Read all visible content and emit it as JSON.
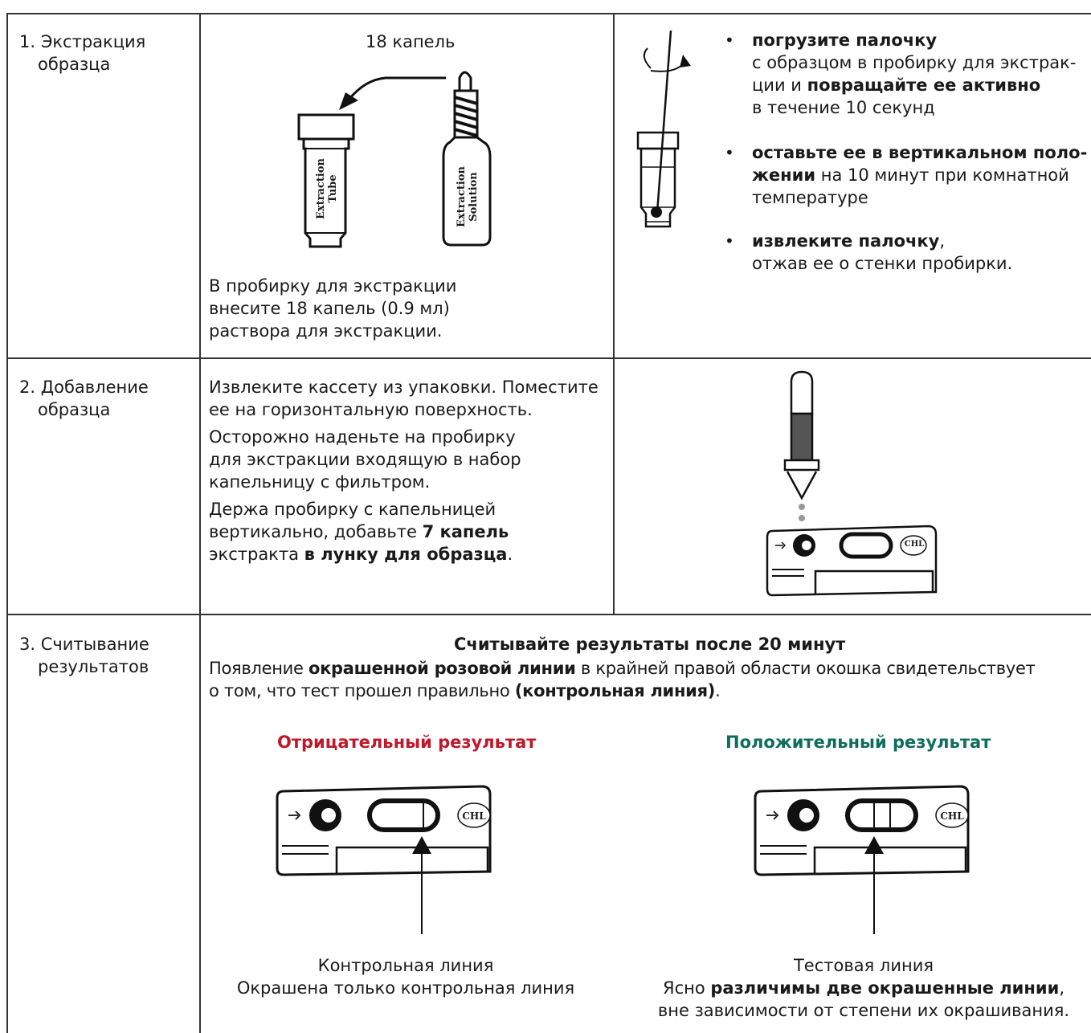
{
  "row1": {
    "step": "1. Экстракция",
    "step2": "образца",
    "drops_title": "18 капель",
    "tube_label_1": "Extraction",
    "tube_label_2": "Tube",
    "bottle_label_1": "Extraction",
    "bottle_label_2": "Solution",
    "desc_lines": [
      "В пробирку для экстракции",
      "внесите 18 капель (0.9 мл)",
      "раствора для экстракции."
    ],
    "bullets": [
      {
        "bold1": "погрузите палочку",
        "line2": "с образцом в пробирку для экстрак-",
        "line3a": "ции и ",
        "line3b": "повращайте ее активно",
        "line4": "в течение 10 секунд"
      },
      {
        "bold1": "оставьте ее в вертикальном поло-",
        "bold2": "жении",
        "line2rest": " на 10 минут при комнатной",
        "line3": "температуре"
      },
      {
        "bold1": "извлеките палочку",
        "rest1": ",",
        "line2": "отжав ее о стенки пробирки."
      }
    ]
  },
  "row2": {
    "step": "2. Добавление",
    "step2": "образца",
    "p1_1": "Извлеките кассету из упаковки. Поместите",
    "p1_2": "ее на горизонтальную поверхность.",
    "p2_1": "Осторожно наденьте на пробирку",
    "p2_2": "для экстракции входящую в набор",
    "p2_3": "капельницу с фильтром.",
    "p3_1": "Держа пробирку с капельницей",
    "p3_2a": "вертикально, добавьте ",
    "p3_2b": "7 капель",
    "p3_3a": "экстракта ",
    "p3_3b": "в лунку для образца",
    "p3_3c": ".",
    "cassette_label": "CHL"
  },
  "row3": {
    "step": "3. Считывание",
    "step2": "результатов",
    "heading": "Считывайте результаты после 20 минут",
    "l1a": "Появление ",
    "l1b": "окрашенной розовой линии",
    "l1c": " в крайней правой области окошка свидетельствует",
    "l2a": "о том, что тест прошел правильно ",
    "l2b": "(контрольная линия)",
    "l2c": ".",
    "neg_title": "Отрицательный результат",
    "pos_title": "Положительный результат",
    "neg_cap1": "Контрольная линия",
    "neg_cap2": "Окрашена только контрольная линия",
    "pos_cap1": "Тестовая линия",
    "pos_cap2a": "Ясно ",
    "pos_cap2b": "различимы две окрашенные линии",
    "pos_cap2c": ",",
    "pos_cap3": "вне зависимости от степени их окрашивания.",
    "cassette_label": "CHL"
  },
  "colors": {
    "negative": "#c0182b",
    "positive": "#0e6e5c",
    "border": "#333333"
  }
}
